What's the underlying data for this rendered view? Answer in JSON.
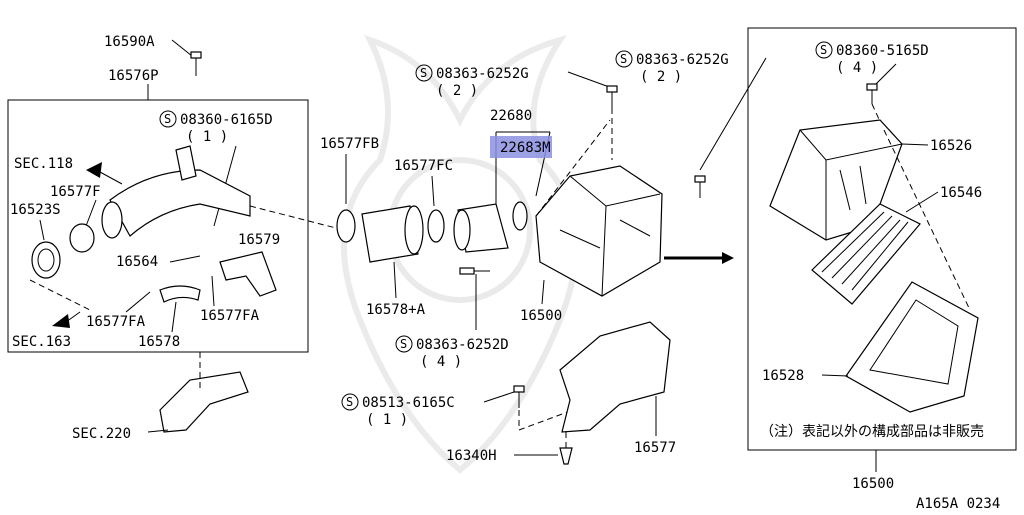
{
  "labels": {
    "p16590A": "16590A",
    "p16576P": "16576P",
    "bolt_6165D": "08360-6165D",
    "qty_1a": "( 1 )",
    "sec118": "SEC.118",
    "p16577F": "16577F",
    "p16523S": "16523S",
    "p16564": "16564",
    "p16579": "16579",
    "p16577FA_left": "16577FA",
    "p16577FA_right": "16577FA",
    "sec163": "SEC.163",
    "p16578": "16578",
    "sec220": "SEC.220",
    "p16577FB": "16577FB",
    "p16577FC": "16577FC",
    "p16578A": "16578+A",
    "bolt_6252G_a": "08363-6252G",
    "qty_2a": "( 2 )",
    "p22680": "22680",
    "p22683M": "22683M",
    "bolt_6252G_b": "08363-6252G",
    "qty_2b": "( 2 )",
    "p16500_mid": "16500",
    "bolt_6252D": "08363-6252D",
    "qty_4a": "( 4 )",
    "bolt_6165C": "08513-6165C",
    "qty_1b": "( 1 )",
    "p16340H": "16340H",
    "p16577": "16577",
    "bolt_5165D": "08360-5165D",
    "qty_4b": "( 4 )",
    "p16526": "16526",
    "p16546": "16546",
    "p16528": "16528",
    "note_jp": "（注）表記以外の構成部品は非販売",
    "p16500_bottom": "16500",
    "figure_code": "A165A 0234",
    "s_mark": "S"
  },
  "colors": {
    "highlight": "#8b8fe0",
    "ink": "#000000"
  }
}
